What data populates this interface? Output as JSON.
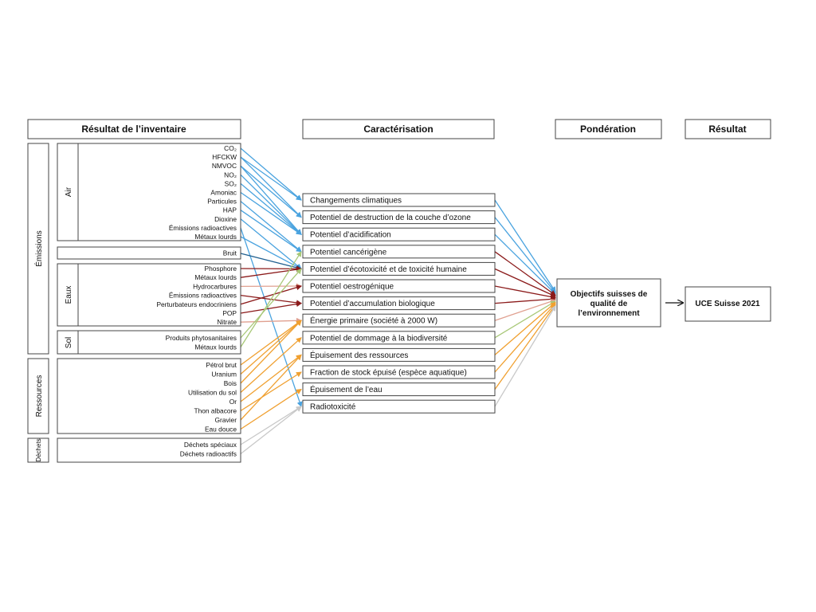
{
  "headers": {
    "inventory": "Résultat de l’inventaire",
    "characterization": "Caractérisation",
    "weighting": "Pondération",
    "result": "Résultat"
  },
  "groups": {
    "emissions": "Émissions",
    "resources": "Ressources",
    "waste": "Déchets",
    "air": "Air",
    "noise": "Bruit",
    "water": "Eaux",
    "soil": "Sol"
  },
  "inventory": {
    "air": [
      "CO₂",
      "HFCKW",
      "NMVOC",
      "NO₂",
      "SO₂",
      "Amoniac",
      "Particules",
      "HAP",
      "Dioxine",
      "Émissions radioactives",
      "Métaux lourds"
    ],
    "water": [
      "Phosphore",
      "Métaux lourds",
      "Hydrocarbures",
      "Émissions radioactives",
      "Perturbateurs endocriniens",
      "POP",
      "Nitrate"
    ],
    "soil": [
      "Produits phytosanitaires",
      "Métaux lourds"
    ],
    "resources": [
      "Pétrol brut",
      "Uranium",
      "Bois",
      "Utilisation du sol",
      "Or",
      "Thon albacore",
      "Gravier",
      "Eau douce"
    ],
    "waste": [
      "Déchets spéciaux",
      "Déchets radioactifs"
    ]
  },
  "categories": [
    "Changements climatiques",
    "Potentiel de destruction de la couche d’ozone",
    "Potentiel d’acidification",
    "Potentiel cancérigène",
    "Potentiel d’écotoxicité et de toxicité humaine",
    "Potentiel oestrogénique",
    "Potentiel d’accumulation biologique",
    "Énergie primaire (société à 2000 W)",
    "Potentiel de dommage à la biodiversité",
    "Épuisement des ressources",
    "Fraction de stock épuisé (espèce aquatique)",
    "Épuisement de l’eau",
    "Radiotoxicité"
  ],
  "weighting_box": [
    "Objectifs suisses de",
    "qualité de",
    "l’environnement"
  ],
  "result_box": "UCE Suisse 2021",
  "colors": {
    "air": "#4aa3df",
    "water": "#8b1a1a",
    "water_light": "#e0a090",
    "soil": "#a8c878",
    "resources": "#f0a030",
    "waste": "#c8c8c8",
    "noise": "#1f5f8f"
  }
}
